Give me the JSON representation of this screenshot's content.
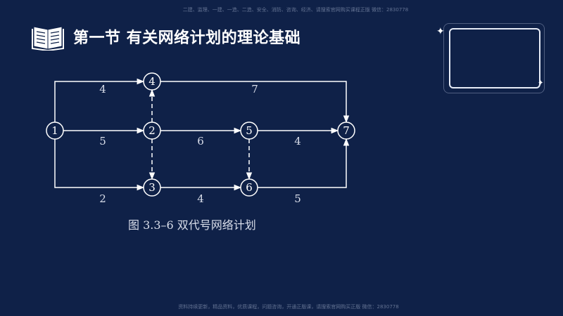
{
  "watermark_top": "二建、监理、一建、一造、二造、安全、消防、咨询、经济、请搜索官网购买课程正版 微信：2830778",
  "watermark_bottom": "资料持续更新，精品资料，优质课程，问题咨询，开通正版课，请搜索官网购买正版 微信：2830778",
  "title": "第一节  有关网络计划的理论基础",
  "caption": "图 3.3–6    双代号网络计划",
  "icons": {
    "title_icon": "book-icon",
    "sparkle": "sparkle-icon"
  },
  "colors": {
    "background": "#0f2148",
    "line": "#ffffff",
    "text": "#d9deea"
  },
  "network": {
    "nodes": [
      {
        "id": "1"
      },
      {
        "id": "2"
      },
      {
        "id": "3"
      },
      {
        "id": "4"
      },
      {
        "id": "5"
      },
      {
        "id": "6"
      },
      {
        "id": "7"
      }
    ],
    "activities": [
      {
        "from": "1",
        "to": "4",
        "duration": "4"
      },
      {
        "from": "1",
        "to": "2",
        "duration": "5"
      },
      {
        "from": "1",
        "to": "3",
        "duration": "2"
      },
      {
        "from": "4",
        "to": "7",
        "duration": "7"
      },
      {
        "from": "2",
        "to": "5",
        "duration": "6"
      },
      {
        "from": "3",
        "to": "6",
        "duration": "4"
      },
      {
        "from": "5",
        "to": "7",
        "duration": "4"
      },
      {
        "from": "6",
        "to": "7",
        "duration": "5"
      }
    ],
    "dummies": [
      {
        "from": "2",
        "to": "4"
      },
      {
        "from": "2",
        "to": "3"
      },
      {
        "from": "5",
        "to": "6"
      }
    ]
  }
}
